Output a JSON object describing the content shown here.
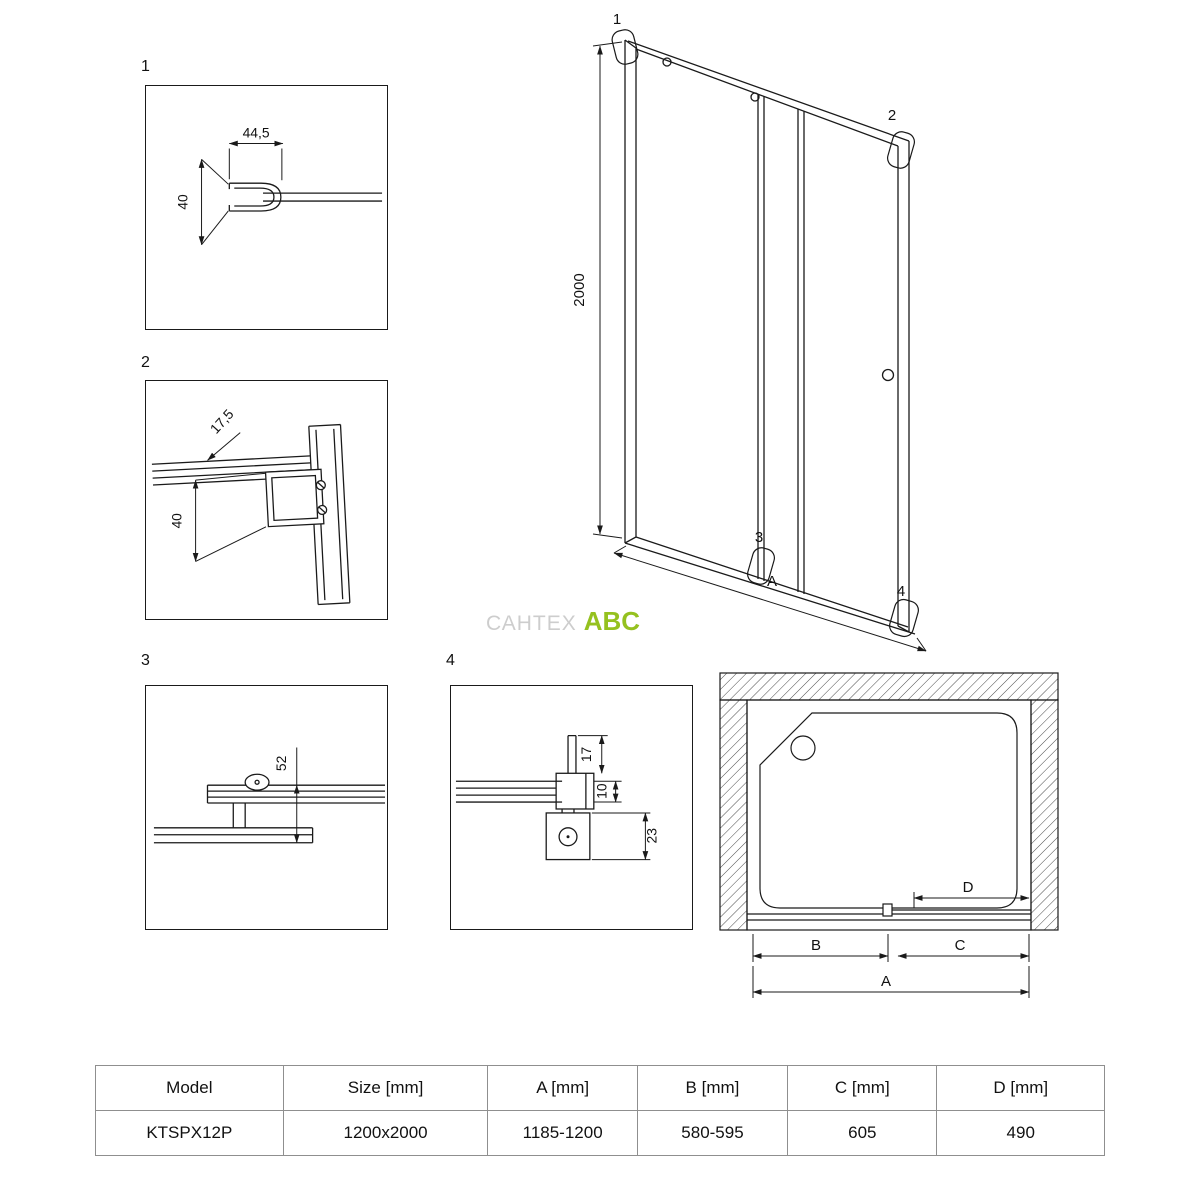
{
  "details": {
    "d1": {
      "label": "1",
      "dim_width": "44,5",
      "dim_height": "40"
    },
    "d2": {
      "label": "2",
      "dim_offset": "17,5",
      "dim_height": "40"
    },
    "d3": {
      "label": "3",
      "dim_height": "52"
    },
    "d4": {
      "label": "4",
      "dim_top": "17",
      "dim_mid": "10",
      "dim_bottom": "23"
    }
  },
  "elevation": {
    "dim_height": "2000",
    "dim_width": "A",
    "callout_1": "1",
    "callout_2": "2",
    "callout_3": "3",
    "callout_4": "4"
  },
  "plan": {
    "dim_a": "A",
    "dim_b": "B",
    "dim_c": "C",
    "dim_d": "D"
  },
  "watermark": {
    "prefix": "САНТЕХ",
    "brand": "ABC"
  },
  "spec_table": {
    "headers": [
      "Model",
      "Size [mm]",
      "A [mm]",
      "B [mm]",
      "C [mm]",
      "D [mm]"
    ],
    "row": [
      "KTSPX12P",
      "1200x2000",
      "1185-1200",
      "580-595",
      "605",
      "490"
    ]
  },
  "colors": {
    "line": "#1a1a1a",
    "brand_green": "#95c11f",
    "table_border": "#8f8f8f"
  }
}
